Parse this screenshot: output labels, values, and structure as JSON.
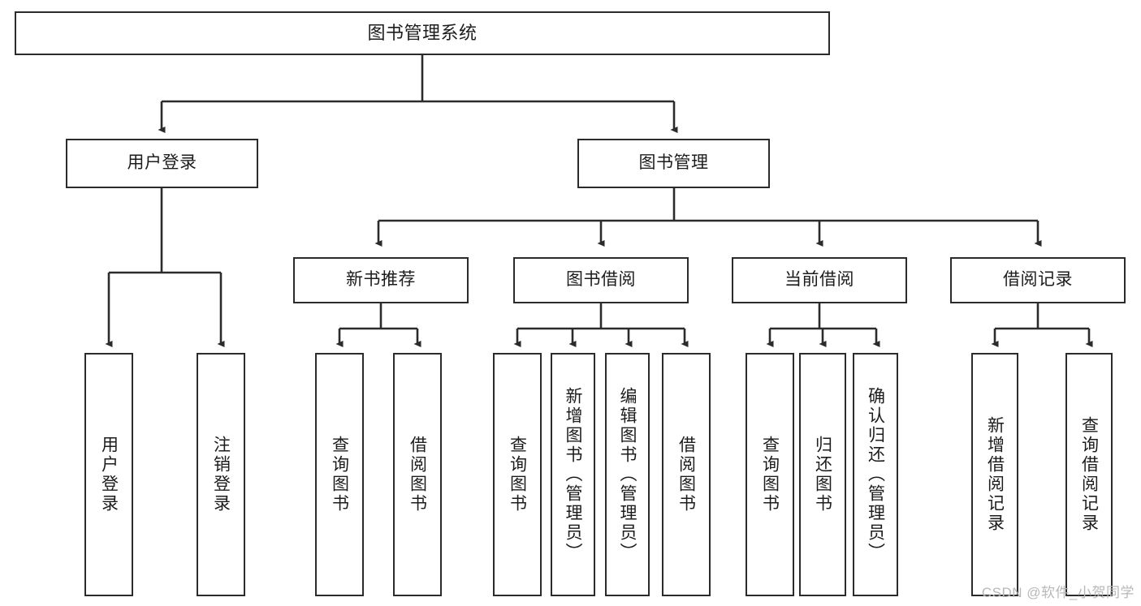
{
  "diagram": {
    "title": "图书管理系统",
    "type": "tree-hierarchy",
    "colors": {
      "box_border": "#2b2b2b",
      "box_fill": "#ffffff",
      "connector": "#2b2b2b",
      "text": "#1c1c1c",
      "watermark": "#b8b8b8",
      "background": "#ffffff"
    }
  },
  "nodes": {
    "root": {
      "label": "图书管理系统"
    },
    "level1": [
      {
        "id": "user-login",
        "label": "用户登录"
      },
      {
        "id": "book-manage",
        "label": "图书管理"
      }
    ],
    "level2": [
      {
        "id": "new-book-recommend",
        "label": "新书推荐"
      },
      {
        "id": "book-borrow",
        "label": "图书借阅"
      },
      {
        "id": "current-borrow",
        "label": "当前借阅"
      },
      {
        "id": "borrow-record",
        "label": "借阅记录"
      }
    ],
    "leaves": {
      "user_login": [
        {
          "id": "leaf-user-login",
          "label": "用户登录"
        },
        {
          "id": "leaf-logout-login",
          "label": "注销登录"
        }
      ],
      "new_book_recommend": [
        {
          "id": "leaf-query-book-1",
          "label": "查询图书"
        },
        {
          "id": "leaf-borrow-book-1",
          "label": "借阅图书"
        }
      ],
      "book_borrow": [
        {
          "id": "leaf-query-book-2",
          "label": "查询图书"
        },
        {
          "id": "leaf-add-book",
          "label": "新增图书（管理员）"
        },
        {
          "id": "leaf-edit-book",
          "label": "编辑图书（管理员）"
        },
        {
          "id": "leaf-borrow-book-2",
          "label": "借阅图书"
        }
      ],
      "current_borrow": [
        {
          "id": "leaf-query-book-3",
          "label": "查询图书"
        },
        {
          "id": "leaf-return-book",
          "label": "归还图书"
        },
        {
          "id": "leaf-confirm-return",
          "label": "确认归还（管理员）"
        }
      ],
      "borrow_record": [
        {
          "id": "leaf-add-borrow-record",
          "label": "新增借阅记录"
        },
        {
          "id": "leaf-query-borrow-record",
          "label": "查询借阅记录"
        }
      ]
    }
  },
  "watermark": {
    "text": "CSDN @软件_小贺同学"
  }
}
